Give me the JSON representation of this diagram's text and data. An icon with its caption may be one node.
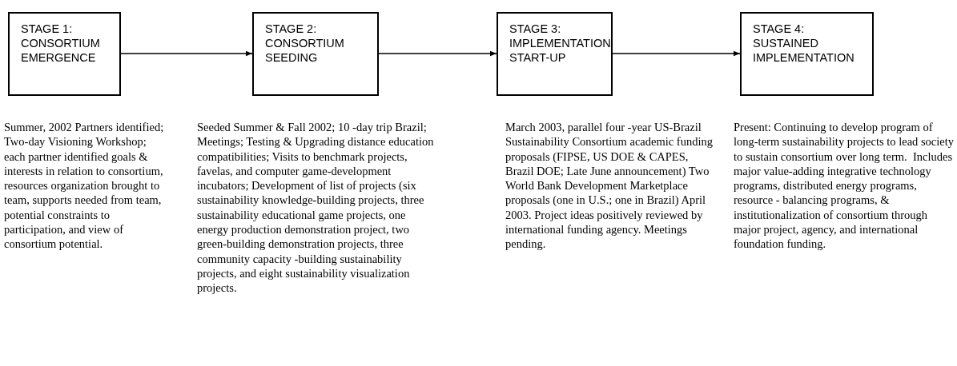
{
  "diagram": {
    "nodes": [
      {
        "text": [
          "STAGE 1: CONSORTIUM EMERGENCE"
        ],
        "beside": [
          "Summer, 2002 Partners identified; Two-day Visioning Workshop; each partner identified goals & interests in relation to consortium, resources organization brought to team, supports needed from team, potential constraints to participation, and view of consortium potential."
        ]
      },
      {
        "text": [
          "STAGE 2: CONSORTIUM SEEDING"
        ],
        "beside": [
          "Seeded Summer & Fall 2002; 10 -day trip Brazil; Meetings; Testing & Upgrading distance education compatibilities; Visits to benchmark projects,  favelas, and computer game-development incubators; Development of list of projects (six sustainability knowledge-building projects, three sustainability educational game projects, one energy production demonstration project, two green-building demonstration projects, three community capacity -building sustainability projects, and eight sustainability visualization projects."
        ]
      },
      {
        "text": [
          "STAGE 3: IMPLEMENTATION START-UP"
        ],
        "beside": [
          "March 2003, parallel four -year US-Brazil Sustainability Consortium academic funding proposals (FIPSE, US DOE & CAPES, Brazil DOE; Late June announcement) Two World Bank Development Marketplace proposals (one in U.S.; one in Brazil) April 2003. Project ideas positively reviewed by international funding agency. Meetings pending."
        ]
      },
      {
        "text": [
          "STAGE 4: SUSTAINED IMPLEMENTATION"
        ],
        "beside": [
          "Present: Continuing to develop program of long-term sustainability projects to lead society to sustain consortium over long term.  Includes major value-adding integrative technology programs, distributed energy programs, resource - balancing programs, & institutionalization of consortium through major project, agency, and international foundation funding."
        ]
      }
    ],
    "edges": [
      {
        "from": 0,
        "to": 1,
        "arrow": "to"
      },
      {
        "from": 1,
        "to": 2,
        "arrow": "to"
      },
      {
        "from": 2,
        "to": 3,
        "arrow": "to"
      }
    ]
  }
}
